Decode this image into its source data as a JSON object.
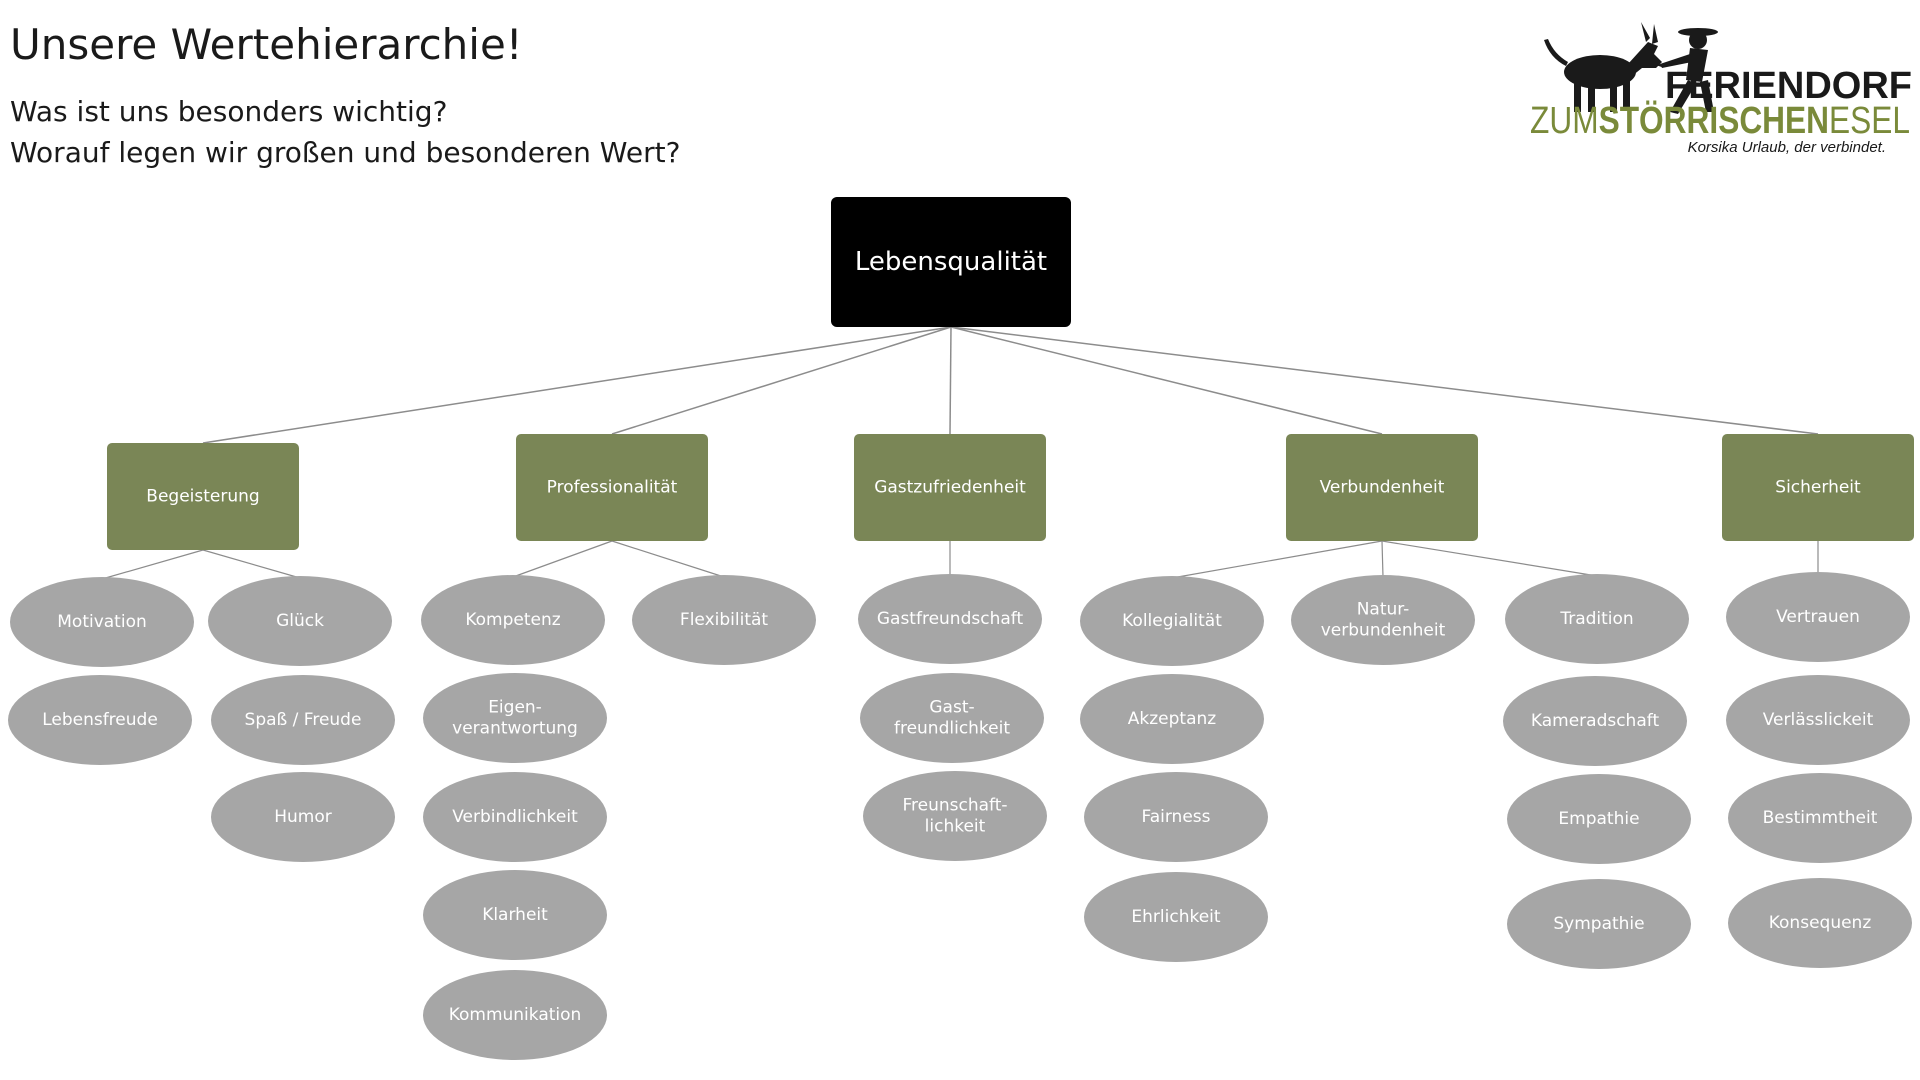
{
  "header": {
    "title": "Unsere Wertehierarchie!",
    "subtitle_line1": "Was ist uns besonders wichtig?",
    "subtitle_line2": "Worauf legen wir großen und besonderen Wert?"
  },
  "logo": {
    "word1": "FERIENDORF",
    "word2_a": "ZUM",
    "word2_b": "STÖRRISCHEN",
    "word2_c": "ESEL",
    "tagline": "Korsika Urlaub, der verbindet."
  },
  "colors": {
    "root_fill": "#000000",
    "category_fill": "#7a8656",
    "leaf_fill": "#a6a6a6",
    "connector": "#8c8c8c",
    "logo_dark": "#1a1a1a",
    "logo_green": "#7a8a3a"
  },
  "diagram": {
    "root": "Lebensqualität",
    "categories": [
      {
        "label": "Begeisterung",
        "values": [
          [
            "Motivation"
          ],
          [
            "Glück"
          ],
          [
            "Lebensfreude"
          ],
          [
            "Spaß / Freude"
          ],
          [
            "Humor"
          ]
        ]
      },
      {
        "label": "Professionalität",
        "values": [
          [
            "Kompetenz"
          ],
          [
            "Flexibilität"
          ],
          [
            "Eigen-",
            "verantwortung"
          ],
          [
            "Verbindlichkeit"
          ],
          [
            "Klarheit"
          ],
          [
            "Kommunikation"
          ]
        ]
      },
      {
        "label": "Gastzufriedenheit",
        "values": [
          [
            "Gastfreundschaft"
          ],
          [
            "Gast-",
            "freundlichkeit"
          ],
          [
            "Freunschaft-",
            "lichkeit"
          ]
        ]
      },
      {
        "label": "Verbundenheit",
        "values": [
          [
            "Kollegialität"
          ],
          [
            "Natur-",
            "verbundenheit"
          ],
          [
            "Tradition"
          ],
          [
            "Akzeptanz"
          ],
          [
            "Fairness"
          ],
          [
            "Ehrlichkeit"
          ],
          [
            "Kameradschaft"
          ],
          [
            "Empathie"
          ],
          [
            "Sympathie"
          ]
        ]
      },
      {
        "label": "Sicherheit",
        "values": [
          [
            "Vertrauen"
          ],
          [
            "Verlässlickeit"
          ],
          [
            "Bestimmtheit"
          ],
          [
            "Konsequenz"
          ]
        ]
      }
    ]
  }
}
